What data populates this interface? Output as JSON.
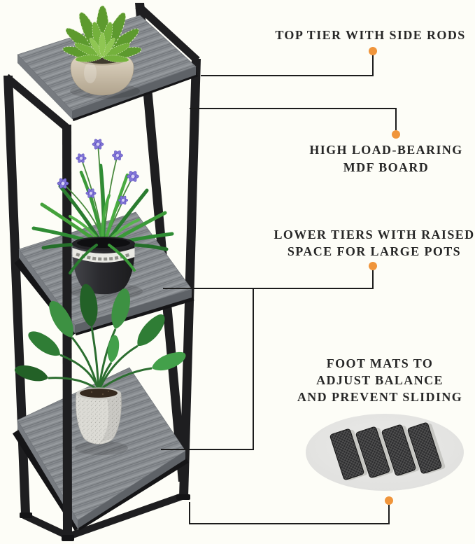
{
  "annotations": [
    {
      "id": "top-tier",
      "lines": [
        "TOP TIER WITH SIDE RODS"
      ]
    },
    {
      "id": "mdf-board",
      "lines": [
        "HIGH LOAD-BEARING",
        "MDF BOARD"
      ]
    },
    {
      "id": "lower-tiers",
      "lines": [
        "LOWER TIERS WITH RAISED",
        "SPACE FOR LARGE POTS"
      ]
    },
    {
      "id": "foot-mats",
      "lines": [
        "FOOT MATS TO",
        "ADJUST BALANCE",
        "AND PREVENT SLIDING"
      ]
    }
  ],
  "foot_mats": {
    "count": 4
  },
  "colors": {
    "background": "#fdfdf7",
    "accent_dot": "#F0953B",
    "callout_line": "#1c1c1c",
    "text": "#272727",
    "frame": "#1e1e20",
    "shelf_wood": "#8b8f93",
    "ellipse": "#e5e5e3",
    "mat": "#2d2d2f",
    "succulent_green": "#74b13c",
    "flower_purple": "#8276d8",
    "pot_cream": "#cfc3ae",
    "pot_black": "#2b2b2e",
    "pot_speckled": "#dcdbd5"
  }
}
